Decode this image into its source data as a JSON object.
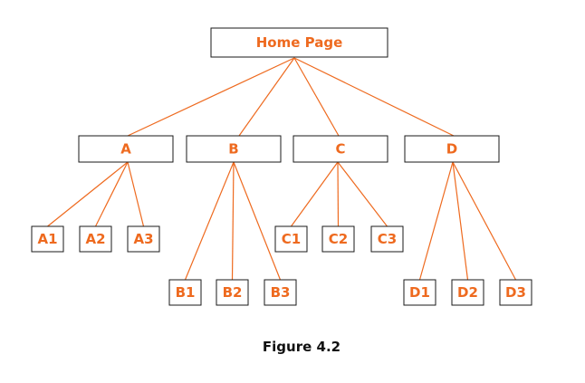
{
  "colors": {
    "accent": "#ee6a1f",
    "box_border": "#1a1a1a",
    "box_fill": "#ffffff",
    "caption": "#111111"
  },
  "tree": {
    "root": "Home Page",
    "sections": [
      {
        "label": "A",
        "children": [
          "A1",
          "A2",
          "A3"
        ]
      },
      {
        "label": "B",
        "children": [
          "B1",
          "B2",
          "B3"
        ]
      },
      {
        "label": "C",
        "children": [
          "C1",
          "C2",
          "C3"
        ]
      },
      {
        "label": "D",
        "children": [
          "D1",
          "D2",
          "D3"
        ]
      }
    ]
  },
  "caption": "Figure 4.2"
}
